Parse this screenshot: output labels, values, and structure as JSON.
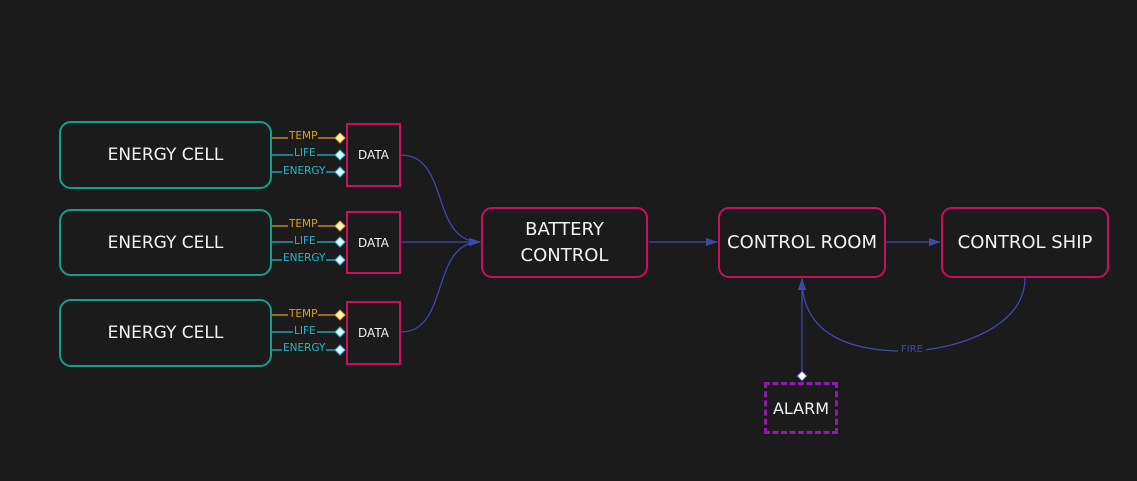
{
  "colors": {
    "background": "#1b1b1b",
    "cell_border": "#13a087",
    "node_border": "#c8105e",
    "alarm_border": "#8e1aa8",
    "edge": "#3d48a8",
    "temp": "#d9a11c",
    "life_energy": "#2ab5c9"
  },
  "cells": [
    {
      "label": "ENERGY CELL",
      "data_label": "DATA",
      "ports": [
        {
          "name": "TEMP"
        },
        {
          "name": "LIFE"
        },
        {
          "name": "ENERGY"
        }
      ]
    },
    {
      "label": "ENERGY CELL",
      "data_label": "DATA",
      "ports": [
        {
          "name": "TEMP"
        },
        {
          "name": "LIFE"
        },
        {
          "name": "ENERGY"
        }
      ]
    },
    {
      "label": "ENERGY CELL",
      "data_label": "DATA",
      "ports": [
        {
          "name": "TEMP"
        },
        {
          "name": "LIFE"
        },
        {
          "name": "ENERGY"
        }
      ]
    }
  ],
  "battery_control": {
    "line1": "BATTERY",
    "line2": "CONTROL"
  },
  "control_room": {
    "label": "CONTROL ROOM"
  },
  "control_ship": {
    "label": "CONTROL SHIP"
  },
  "alarm": {
    "label": "ALARM"
  },
  "edges": {
    "fire_label": "FIRE"
  }
}
